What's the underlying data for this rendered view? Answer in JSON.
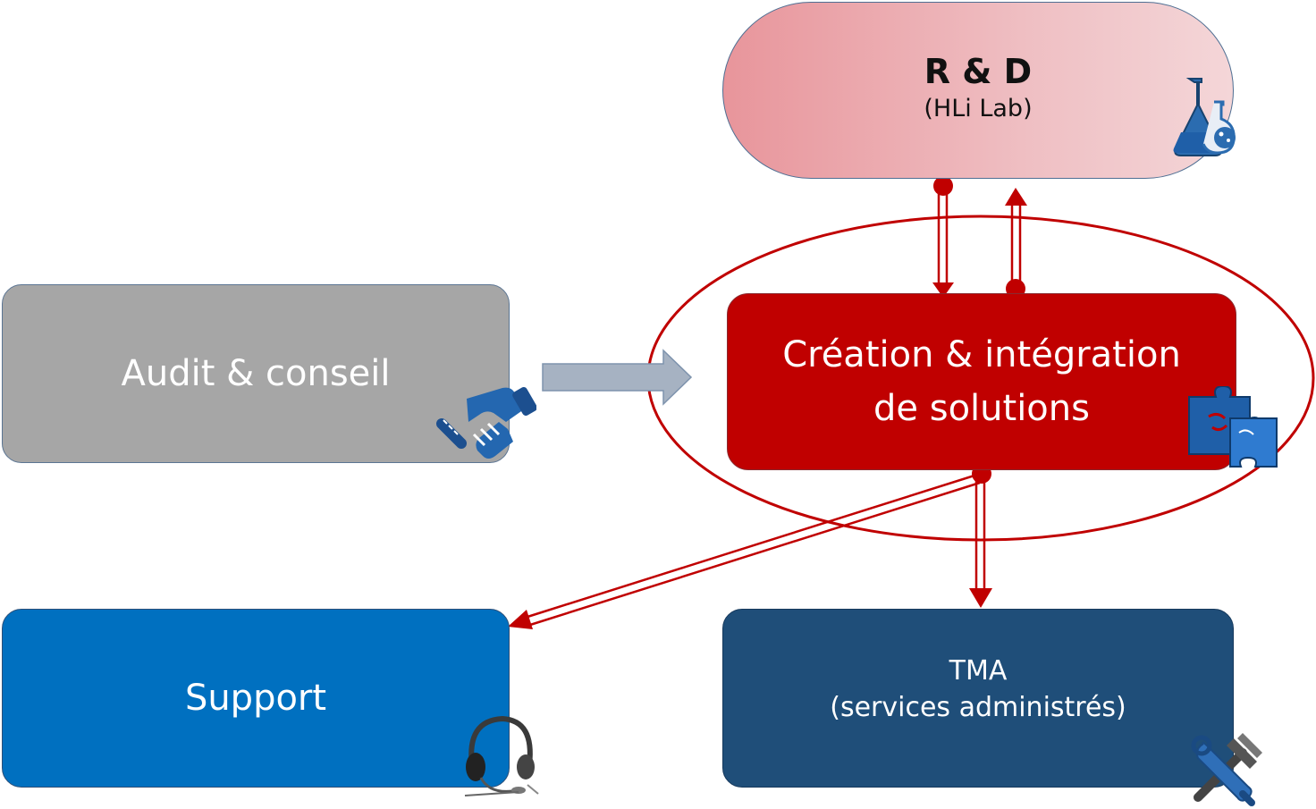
{
  "nodes": {
    "rd": {
      "title": "R & D",
      "subtitle": "(HLi Lab)",
      "icon": "flask-icon"
    },
    "audit": {
      "label": "Audit & conseil",
      "icon": "handshake-icon"
    },
    "creation": {
      "line1": "Création & intégration",
      "line2": "de solutions",
      "icon": "puzzle-icon"
    },
    "support": {
      "label": "Support",
      "icon": "headset-icon"
    },
    "tma": {
      "line1": "TMA",
      "line2": "(services administrés)",
      "icon": "tools-icon"
    }
  },
  "edges": [
    {
      "from": "Audit & conseil",
      "to": "Création & intégration de solutions",
      "style": "gray-block-arrow"
    },
    {
      "from": "R & D",
      "to": "Création & intégration de solutions",
      "style": "red-double-line"
    },
    {
      "from": "Création & intégration de solutions",
      "to": "R & D",
      "style": "red-double-line"
    },
    {
      "from": "Création & intégration de solutions",
      "to": "Support",
      "style": "red-double-line"
    },
    {
      "from": "Création & intégration de solutions",
      "to": "TMA (services administrés)",
      "style": "red-double-line"
    }
  ],
  "colors": {
    "rd_fill": "#e8959b",
    "audit_fill": "#a6a6a6",
    "creation_fill": "#c00000",
    "support_fill": "#0070c0",
    "tma_fill": "#1f4e79",
    "connector": "#c00000",
    "gray_arrow": "#a6b2c2",
    "icon_blue": "#1f5fa8"
  }
}
